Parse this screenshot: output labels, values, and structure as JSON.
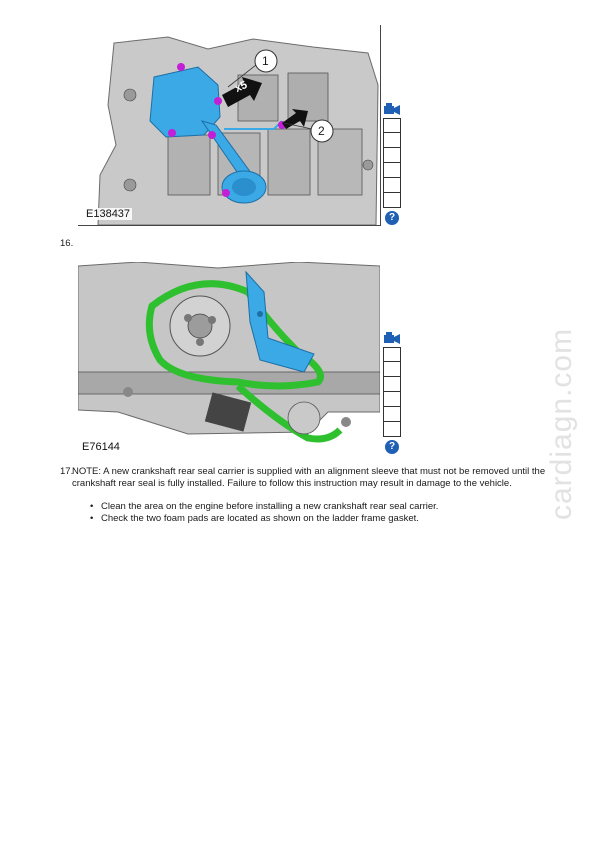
{
  "figure1": {
    "label": "E138437",
    "callouts": [
      "1",
      "2"
    ],
    "badge": "x5"
  },
  "figure2": {
    "label": "E76144"
  },
  "sidebar": {
    "help": "?"
  },
  "step16": {
    "number": "16."
  },
  "step17": {
    "number": "17.",
    "note": "NOTE: A new crankshaft rear seal carrier is supplied with an alignment sleeve that must not be removed until the crankshaft rear seal is fully installed. Failure to follow this instruction may result in damage to the vehicle.",
    "bullets": [
      "Clean the area on the engine before installing a new crankshaft rear seal carrier.",
      "Check the two foam pads are located as shown on the ladder frame gasket."
    ]
  },
  "watermark": "cardiagn.com",
  "colors": {
    "part_blue": "#3aa9e6",
    "seal_green": "#2fc02f",
    "bolt_magenta": "#c21fd6",
    "help_blue": "#1f5fb4"
  }
}
